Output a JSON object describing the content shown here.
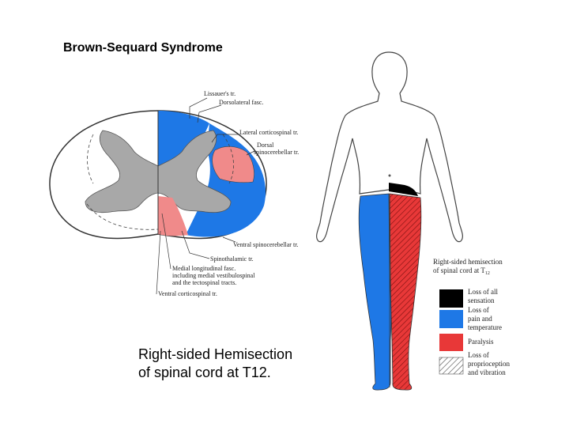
{
  "title": "Brown-Sequard Syndrome",
  "caption": {
    "line1": "Right-sided Hemisection",
    "line2": "of spinal cord at T12."
  },
  "cord_labels": {
    "lissauer": "Lissauer's tr.",
    "dorsolateral": "Dorsolateral fasc.",
    "lateral_corticospinal": "Lateral corticospinal tr.",
    "dorsal_spinocerebellar_1": "Dorsal",
    "dorsal_spinocerebellar_2": "spinocerebellar tr.",
    "ventral_spinocerebellar": "Ventral spinocerebellar tr.",
    "spinothalamic": "Spinothalamic tr.",
    "medial_longitudinal_1": "Medial longitudinal fasc.",
    "medial_longitudinal_2": "including medial vestibulospinal",
    "medial_longitudinal_3": "and the tectospinal tracts.",
    "ventral_corticospinal": "Ventral corticospinal tr."
  },
  "body_label": {
    "line1": "Right-sided hemisection",
    "line2": "of spinal cord at T",
    "sub": "12"
  },
  "legend": [
    {
      "color": "#000000",
      "line1": "Loss of all",
      "line2": "sensation"
    },
    {
      "color": "#1e78e6",
      "line1": "Loss of",
      "line2": "pain and",
      "line3": "temperature"
    },
    {
      "color": "#e83838",
      "line1": "Paralysis"
    },
    {
      "color": "hatch",
      "line1": "Loss of",
      "line2": "proprioception",
      "line3": "and vibration"
    }
  ],
  "colors": {
    "blue": "#1e78e6",
    "red": "#e83838",
    "pink": "#f08a8a",
    "gray": "#a8a8a8"
  }
}
